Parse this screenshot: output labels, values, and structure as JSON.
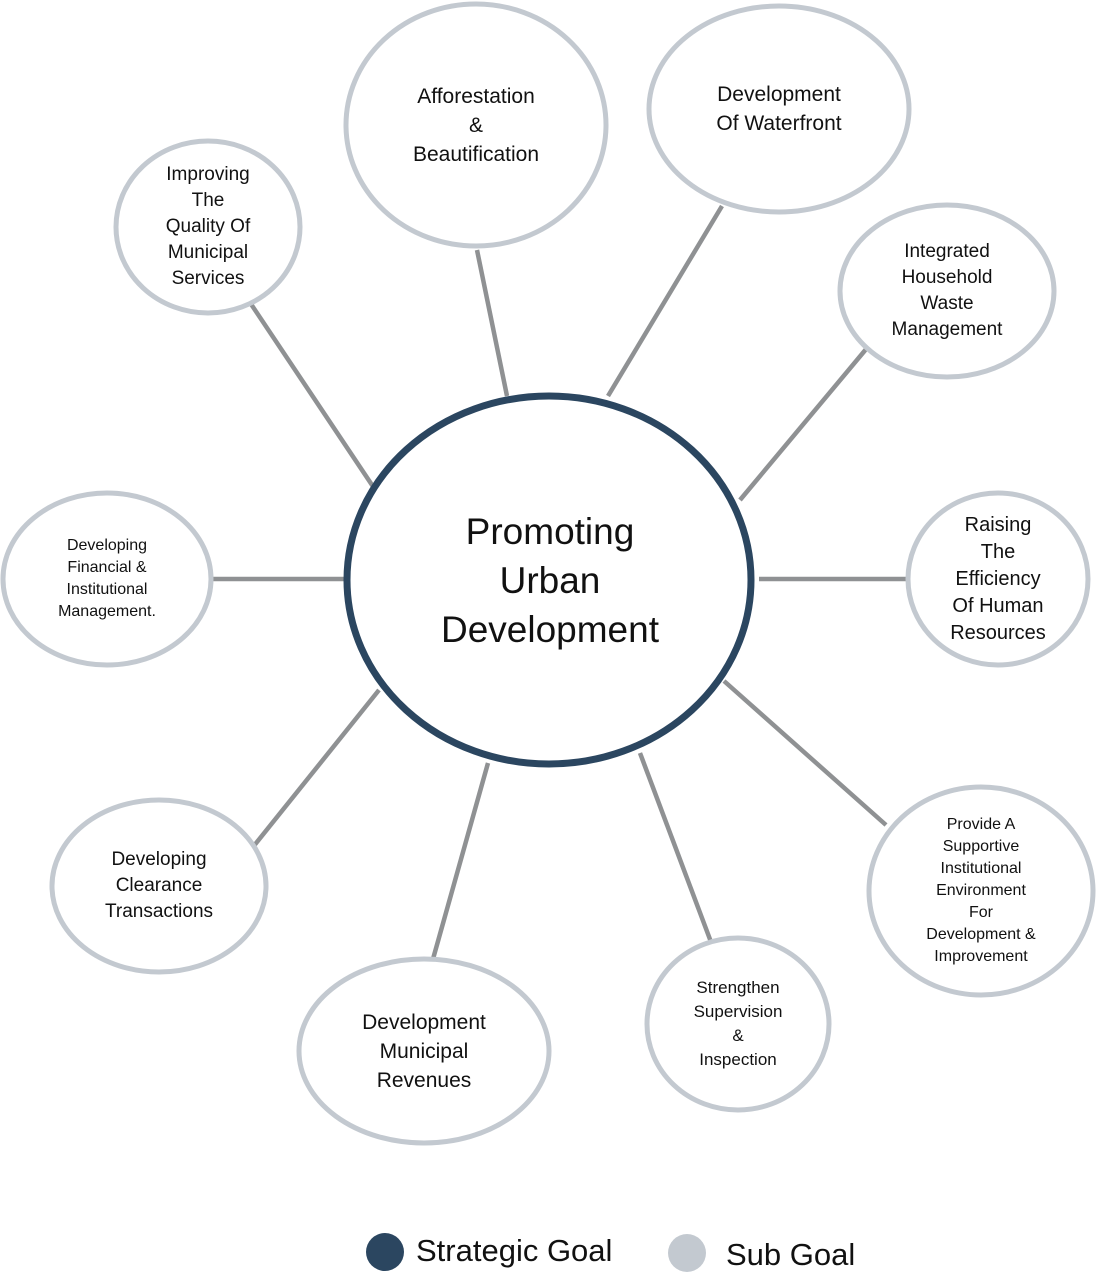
{
  "diagram": {
    "center": {
      "label": "Promoting\nUrban\nDevelopment"
    },
    "nodes": [
      {
        "id": "afforestation",
        "label": "Afforestation\n&\nBeautification"
      },
      {
        "id": "waterfront",
        "label": "Development\nOf Waterfront"
      },
      {
        "id": "quality-municipal",
        "label": "Improving\nThe\nQuality Of\nMunicipal\nServices"
      },
      {
        "id": "household-waste",
        "label": "Integrated\nHousehold\nWaste\nManagement"
      },
      {
        "id": "financial-institutional",
        "label": "Developing\nFinancial &\nInstitutional\nManagement."
      },
      {
        "id": "human-resources",
        "label": "Raising\nThe\nEfficiency\nOf Human\nResources"
      },
      {
        "id": "supportive-environment",
        "label": "Provide A\nSupportive\nInstitutional\nEnvironment\nFor\nDevelopment &\nImprovement"
      },
      {
        "id": "clearance",
        "label": "Developing\nClearance\nTransactions"
      },
      {
        "id": "municipal-revenues",
        "label": "Development\nMunicipal\nRevenues"
      },
      {
        "id": "supervision",
        "label": "Strengthen\nSupervision\n&\nInspection"
      }
    ]
  },
  "legend": {
    "strategic_goal": "Strategic Goal",
    "sub_goal": "Sub Goal"
  },
  "colors": {
    "strategic": "#2b4660",
    "sub": "#c3c9d0",
    "connector": "#8f9193"
  }
}
